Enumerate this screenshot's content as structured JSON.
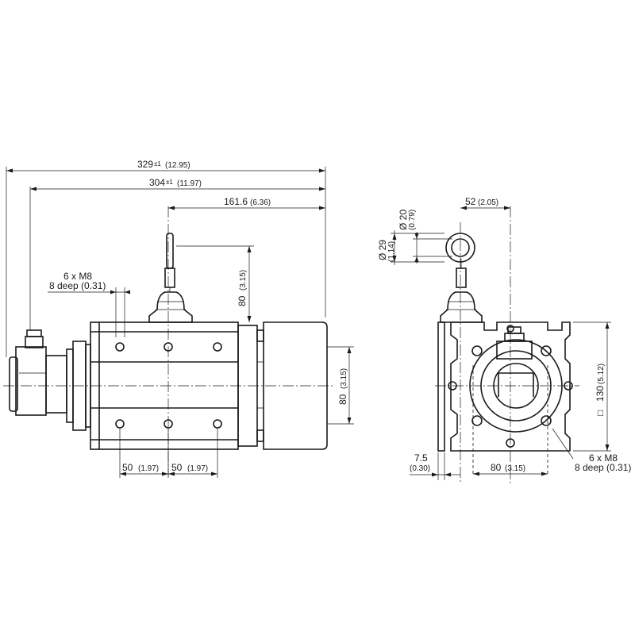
{
  "dimensions": {
    "overall_length": {
      "main": "329",
      "tol": "±1",
      "alt": "(12.95)"
    },
    "body_length": {
      "main": "304",
      "tol": "±1",
      "alt": "(11.97)"
    },
    "cable_outlet": {
      "main": "161.6",
      "alt": "(6.36)"
    },
    "outlet_height": {
      "main": "80",
      "alt": "(3.15)"
    },
    "housing_height": {
      "main": "80",
      "alt": "(3.15)"
    },
    "hole_spacing_1": {
      "main": "50",
      "alt": "(1.97)"
    },
    "hole_spacing_2": {
      "main": "50",
      "alt": "(1.97)"
    },
    "thread_side": {
      "line1": "6 x M8",
      "line2": "8 deep (0.31)"
    },
    "eye_offset": {
      "main": "52",
      "alt": "(2.05)"
    },
    "eye_inner": {
      "main": "Ø 20",
      "alt": "(0.79)"
    },
    "eye_outer": {
      "main": "Ø 29",
      "alt": "(1.14)"
    },
    "flange_square": {
      "symbol": "□",
      "main": "130",
      "alt": "(5.12)"
    },
    "flange_offset": {
      "main": "7.5",
      "alt": "(0.30)"
    },
    "flange_holes": {
      "main": "80",
      "alt": "(3.15)"
    },
    "thread_front": {
      "line1": "6 x M8",
      "line2": "8 deep (0.31)"
    }
  }
}
